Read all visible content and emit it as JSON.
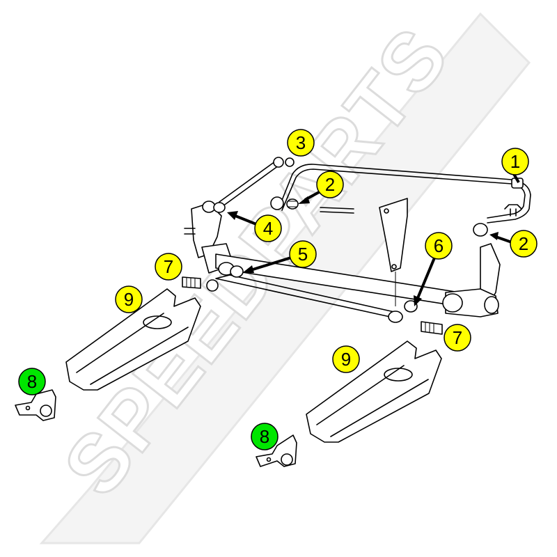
{
  "colors": {
    "callout_yellow": "#ffff00",
    "callout_green": "#00e600",
    "watermark": "#ececec",
    "line": "#000000",
    "background": "#ffffff"
  },
  "watermark": {
    "text": "SPEEDPARTS"
  },
  "callouts": [
    {
      "id": "c1",
      "label": "1",
      "color": "yellow"
    },
    {
      "id": "c2a",
      "label": "2",
      "color": "yellow"
    },
    {
      "id": "c2b",
      "label": "2",
      "color": "yellow"
    },
    {
      "id": "c3",
      "label": "3",
      "color": "yellow"
    },
    {
      "id": "c4",
      "label": "4",
      "color": "yellow"
    },
    {
      "id": "c5",
      "label": "5",
      "color": "yellow"
    },
    {
      "id": "c6",
      "label": "6",
      "color": "yellow"
    },
    {
      "id": "c7a",
      "label": "7",
      "color": "yellow"
    },
    {
      "id": "c7b",
      "label": "7",
      "color": "yellow"
    },
    {
      "id": "c9a",
      "label": "9",
      "color": "yellow"
    },
    {
      "id": "c9b",
      "label": "9",
      "color": "yellow"
    },
    {
      "id": "c8a",
      "label": "8",
      "color": "green"
    },
    {
      "id": "c8b",
      "label": "8",
      "color": "green"
    }
  ]
}
